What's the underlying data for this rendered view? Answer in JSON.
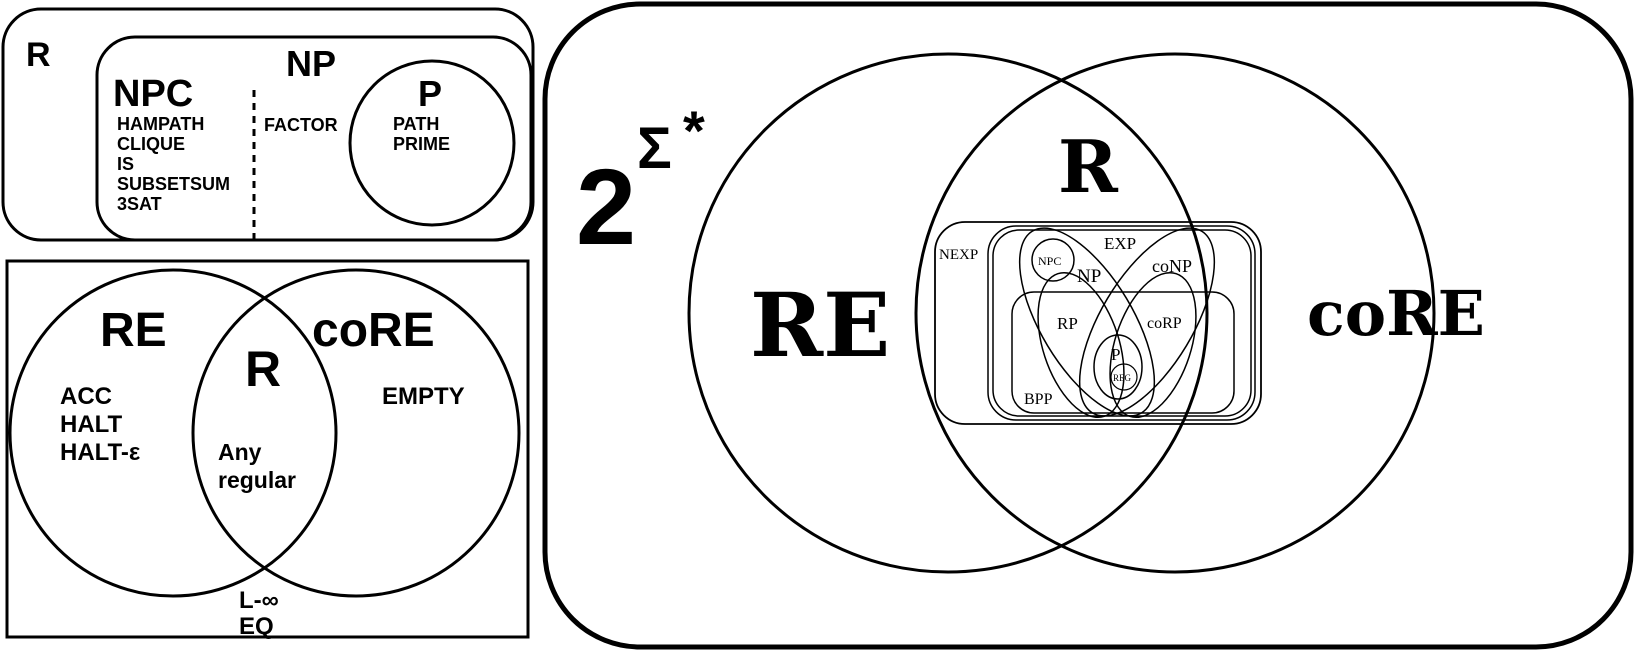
{
  "panel_np": {
    "outer_label": "R",
    "np_label": "NP",
    "npc_label": "NPC",
    "npc_problems": [
      "HAMPATH",
      "CLIQUE",
      "IS",
      "SUBSETSUM",
      "3SAT"
    ],
    "factor_label": "FACTOR",
    "p_label": "P",
    "p_problems": [
      "PATH",
      "PRIME"
    ]
  },
  "panel_re": {
    "re_label": "RE",
    "core_label": "coRE",
    "r_label": "R",
    "re_problems": [
      "ACC",
      "HALT",
      "HALT-ε"
    ],
    "r_problems": [
      "Any",
      "regular"
    ],
    "core_problems": [
      "EMPTY"
    ],
    "outside_problems": [
      "L-∞",
      "EQ"
    ]
  },
  "panel_big": {
    "universe_base": "2",
    "universe_exponent": "Σ",
    "universe_star": "*",
    "re_label": "RE",
    "r_label": "R",
    "core_label": "coRE",
    "nexp_label": "NEXP",
    "exp_label": "EXP",
    "npc_label": "NPC",
    "np_label": "NP",
    "conp_label": "coNP",
    "rp_label": "RP",
    "corp_label": "coRP",
    "p_label": "P",
    "reg_label": "REG",
    "bpp_label": "BPP"
  }
}
